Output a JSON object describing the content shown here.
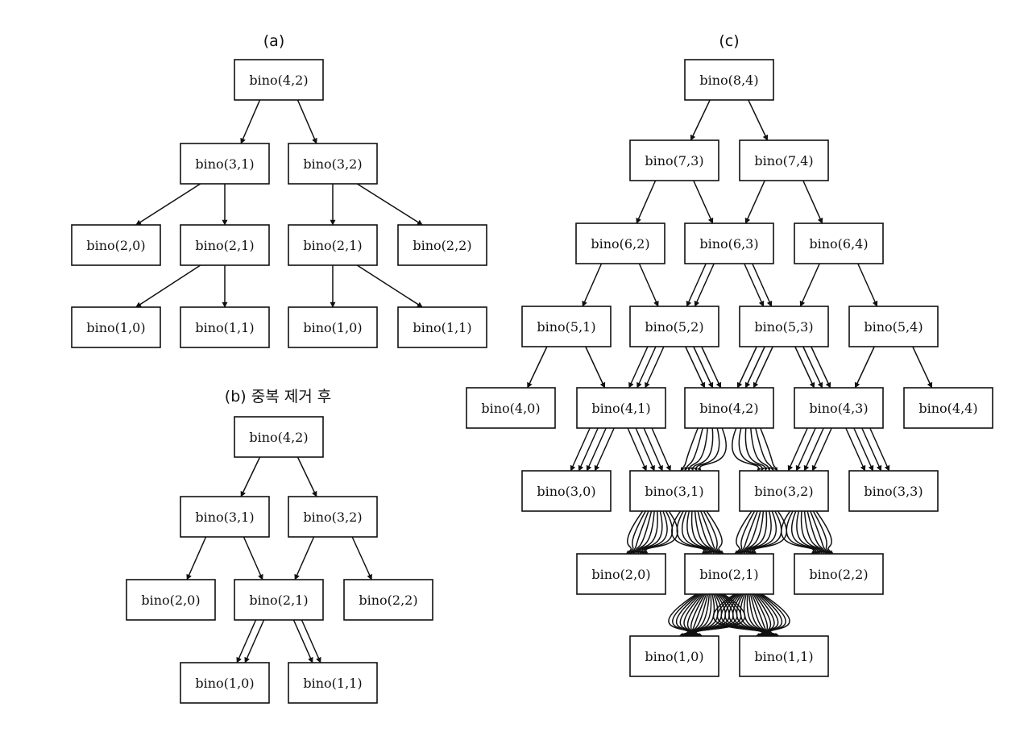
{
  "panels": {
    "a": {
      "title": "(a)",
      "nodes": [
        "bino(4,2)",
        "bino(3,1)",
        "bino(3,2)",
        "bino(2,0)",
        "bino(2,1)",
        "bino(2,1)",
        "bino(2,2)",
        "bino(1,0)",
        "bino(1,1)",
        "bino(1,0)",
        "bino(1,1)"
      ],
      "edges": [
        [
          0,
          1
        ],
        [
          0,
          2
        ],
        [
          1,
          3
        ],
        [
          1,
          4
        ],
        [
          2,
          5
        ],
        [
          2,
          6
        ],
        [
          4,
          7
        ],
        [
          4,
          8
        ],
        [
          5,
          9
        ],
        [
          5,
          10
        ]
      ]
    },
    "b": {
      "title": "(b) 중복 제거 후",
      "nodes": [
        "bino(4,2)",
        "bino(3,1)",
        "bino(3,2)",
        "bino(2,0)",
        "bino(2,1)",
        "bino(2,2)",
        "bino(1,0)",
        "bino(1,1)"
      ],
      "edges": [
        [
          0,
          1,
          1
        ],
        [
          0,
          2,
          1
        ],
        [
          1,
          3,
          1
        ],
        [
          1,
          4,
          1
        ],
        [
          2,
          4,
          1
        ],
        [
          2,
          5,
          1
        ],
        [
          4,
          6,
          2
        ],
        [
          4,
          7,
          2
        ]
      ]
    },
    "c": {
      "title": "(c)",
      "nodes": [
        "bino(8,4)",
        "bino(7,3)",
        "bino(7,4)",
        "bino(6,2)",
        "bino(6,3)",
        "bino(6,4)",
        "bino(5,1)",
        "bino(5,2)",
        "bino(5,3)",
        "bino(5,4)",
        "bino(4,0)",
        "bino(4,1)",
        "bino(4,2)",
        "bino(4,3)",
        "bino(4,4)",
        "bino(3,0)",
        "bino(3,1)",
        "bino(3,2)",
        "bino(3,3)",
        "bino(2,0)",
        "bino(2,1)",
        "bino(2,2)",
        "bino(1,0)",
        "bino(1,1)"
      ],
      "edges": [
        [
          0,
          1,
          1
        ],
        [
          0,
          2,
          1
        ],
        [
          1,
          3,
          1
        ],
        [
          1,
          4,
          1
        ],
        [
          2,
          4,
          1
        ],
        [
          2,
          5,
          1
        ],
        [
          3,
          6,
          1
        ],
        [
          3,
          7,
          1
        ],
        [
          4,
          7,
          2
        ],
        [
          4,
          8,
          2
        ],
        [
          5,
          8,
          1
        ],
        [
          5,
          9,
          1
        ],
        [
          6,
          10,
          1
        ],
        [
          6,
          11,
          1
        ],
        [
          7,
          11,
          3
        ],
        [
          7,
          12,
          3
        ],
        [
          8,
          12,
          3
        ],
        [
          8,
          13,
          3
        ],
        [
          9,
          13,
          1
        ],
        [
          9,
          14,
          1
        ],
        [
          11,
          15,
          4
        ],
        [
          11,
          16,
          4
        ],
        [
          12,
          16,
          6
        ],
        [
          12,
          17,
          6
        ],
        [
          13,
          17,
          4
        ],
        [
          13,
          18,
          4
        ],
        [
          16,
          19,
          10
        ],
        [
          16,
          20,
          10
        ],
        [
          17,
          20,
          10
        ],
        [
          17,
          21,
          10
        ],
        [
          20,
          22,
          20
        ],
        [
          20,
          23,
          20
        ]
      ]
    }
  }
}
